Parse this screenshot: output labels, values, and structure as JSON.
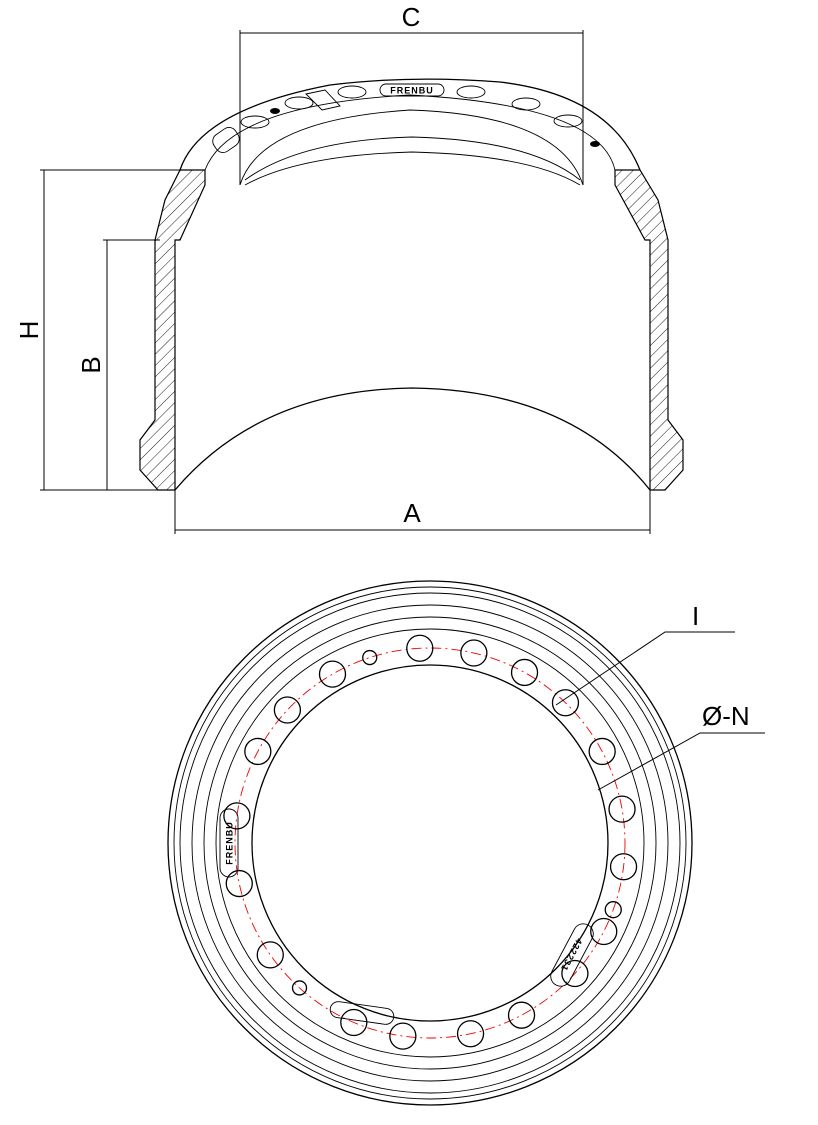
{
  "title": "Brake drum technical drawing",
  "dimensions": {
    "A": "A",
    "B": "B",
    "C": "C",
    "H": "H",
    "I": "I",
    "N": "Ø-N"
  },
  "markings": {
    "brand": "FRENBU",
    "part_number": "422231"
  },
  "colors": {
    "line": "#000000",
    "pitch_circle": "#e00000"
  }
}
